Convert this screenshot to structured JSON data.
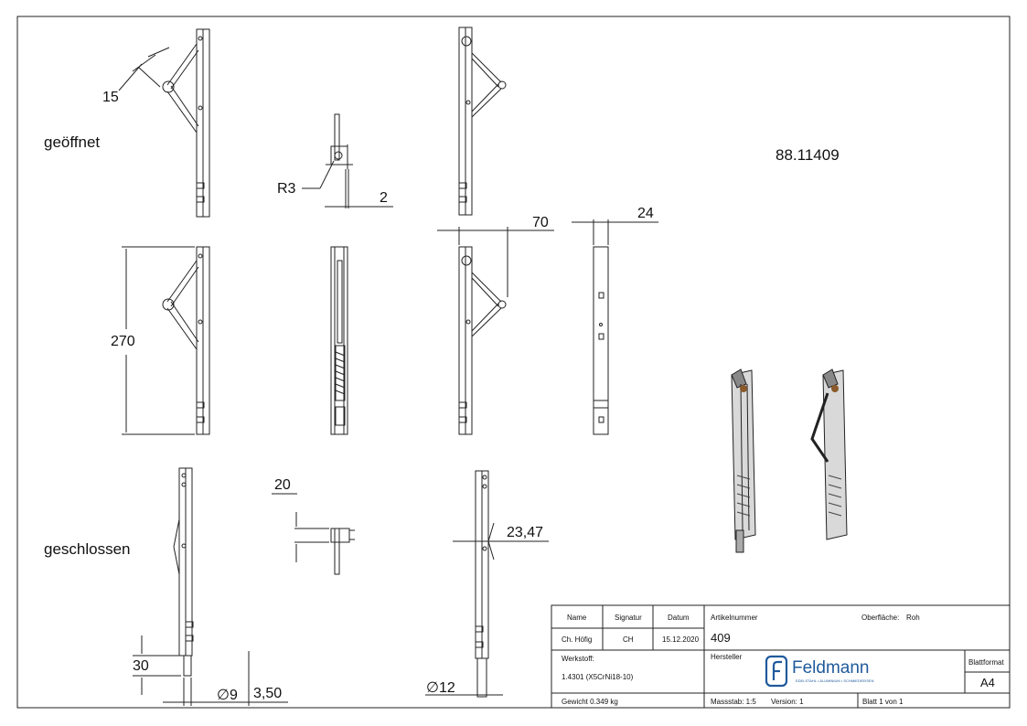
{
  "part_number": "88.11409",
  "views": {
    "open_label": "geöffnet",
    "closed_label": "geschlossen"
  },
  "dimensions": {
    "d15": "15",
    "r3": "R3",
    "d2": "2",
    "d70": "70",
    "d24": "24",
    "d270": "270",
    "d20": "20",
    "d23_47": "23,47",
    "d30": "30",
    "dia9": "9",
    "d3_50": "3,50",
    "dia12": "12",
    "dia_symbol": "∅"
  },
  "title_block": {
    "h_name": "Name",
    "h_signatur": "Signatur",
    "h_datum": "Datum",
    "name": "Ch. Höfig",
    "signatur": "CH",
    "datum": "15.12.2020",
    "artikel_label": "Artikelnummer",
    "artikel_value": "409",
    "oberflaeche_label": "Oberfläche:",
    "oberflaeche_value": "Roh",
    "werkstoff_label": "Werkstoff:",
    "werkstoff_value": "1.4301 (X5CrNi18-10)",
    "hersteller_label": "Hersteller",
    "logo_brand": "Feldmann",
    "logo_tagline": "EDELSTAHL • ALUMINIUM • SCHMIEDEEISEN",
    "blattformat_label": "Blattformat",
    "blattformat_value": "A4",
    "gewicht": "Gewicht 0.349 kg",
    "massstab": "Massstab: 1:5",
    "version": "Version: 1",
    "blatt": "Blatt 1 von 1"
  },
  "colors": {
    "line": "#222222",
    "logo_blue": "#1f5a9c",
    "bronze": "#8a5a2b"
  }
}
